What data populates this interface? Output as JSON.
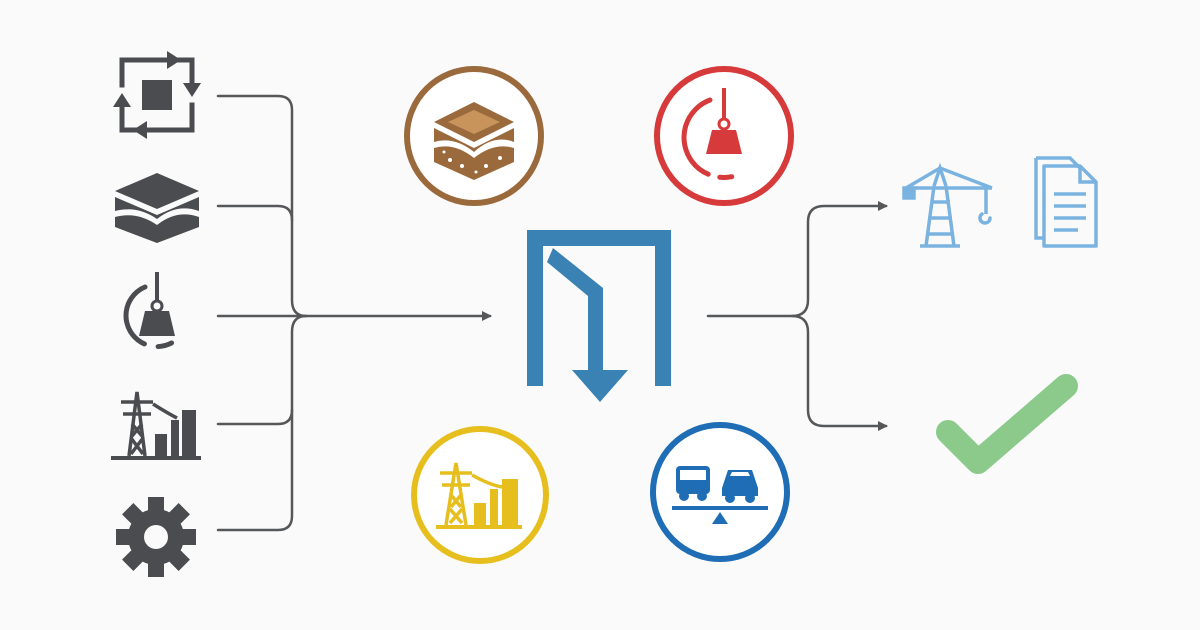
{
  "colors": {
    "gray": "#4a4c50",
    "line": "#555759",
    "brown": "#9a6a3c",
    "red": "#d63a3a",
    "yellow": "#e6bf1f",
    "blue": "#1f6db5",
    "steel_blue": "#3a82b4",
    "light_blue": "#7ab3e0",
    "green": "#8cca8c"
  },
  "inputs": [
    {
      "icon": "cycle-square-icon"
    },
    {
      "icon": "soil-layers-icon"
    },
    {
      "icon": "load-weight-icon"
    },
    {
      "icon": "power-tower-icon"
    },
    {
      "icon": "gear-icon"
    }
  ],
  "badges": [
    {
      "icon": "soil-cube-icon",
      "color": "brown"
    },
    {
      "icon": "load-weight-icon",
      "color": "red"
    },
    {
      "icon": "power-tower-icon",
      "color": "yellow"
    },
    {
      "icon": "vehicles-balance-icon",
      "color": "blue"
    }
  ],
  "center": {
    "icon": "flow-arrow-icon"
  },
  "outputs": [
    {
      "icon": "crane-icon"
    },
    {
      "icon": "document-icon"
    },
    {
      "icon": "checkmark-icon"
    }
  ]
}
